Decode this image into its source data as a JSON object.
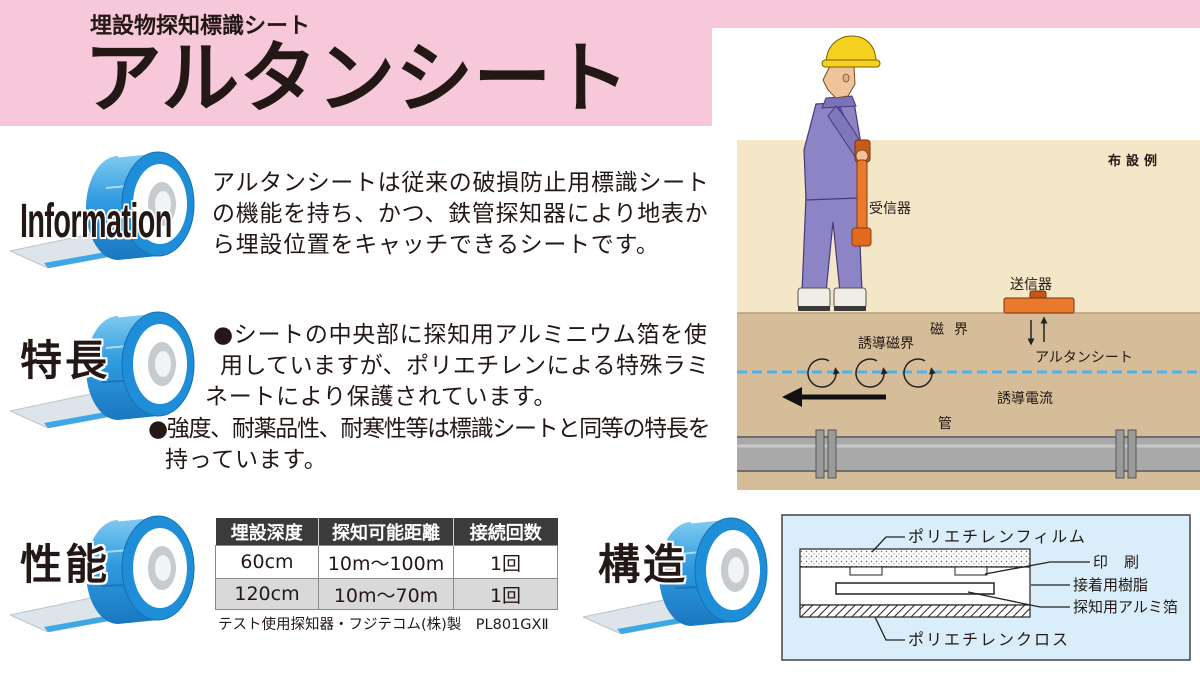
{
  "header": {
    "subtitle": "埋設物探知標識シート",
    "title": "アルタンシート"
  },
  "information": {
    "label": "Information",
    "lines": [
      "アルタンシートは従来の破損防止用標識シート",
      "の機能を持ち、かつ、鉄管探知器により地表か",
      "ら埋設位置をキャッチできるシートです。"
    ]
  },
  "features": {
    "label": "特長",
    "lines": [
      "●シートの中央部に探知用アルミニウム箔を使",
      "用していますが、ポリエチレンによる特殊ラミ",
      "ネートにより保護されています。",
      "●強度、耐薬品性、耐寒性等は標識シートと同等の特長を",
      "持っています。"
    ]
  },
  "performance": {
    "label": "性能",
    "table": {
      "headers": [
        "埋設深度",
        "探知可能距離",
        "接続回数"
      ],
      "rows": [
        [
          "60cm",
          "10m〜100m",
          "1回"
        ],
        [
          "120cm",
          "10m〜70m",
          "1回"
        ]
      ]
    },
    "note": "テスト使用探知器・フジテコム(株)製　PL801GXⅡ"
  },
  "structure": {
    "label": "構造",
    "layers": {
      "film": "ポリエチレンフィルム",
      "print": "印刷",
      "adhesive": "接着用樹脂",
      "foil": "探知用アルミ箔",
      "cloth": "ポリエチレンクロス"
    }
  },
  "illustration": {
    "caption": "布設例",
    "receiver": "受信器",
    "transmitter": "送信器",
    "magnetic_field": "磁界",
    "induced_field": "誘導磁界",
    "sheet": "アルタンシート",
    "induced_current": "誘導電流",
    "pipe": "管"
  },
  "icons": {
    "section_marker": "tape-roll-icon",
    "worker": "worker-figure",
    "receiver": "receiver-device",
    "transmitter": "transmitter-device"
  },
  "colors": {
    "header_pink": "#f6c8da",
    "roll_blue": "#1e8ed8",
    "table_header": "#3b3b3b",
    "table_alt_row": "#d9d9d9",
    "ground": "#f3e7c8",
    "soil": "#d6bd99",
    "structure_bg": "#d9eefa",
    "receiver_orange": "#e97a2c",
    "helmet_yellow": "#f5d21e",
    "uniform_purple": "#8d84c6",
    "sheet_blue": "#4fb3e8",
    "pipe_gray": "#a9a9a9"
  }
}
